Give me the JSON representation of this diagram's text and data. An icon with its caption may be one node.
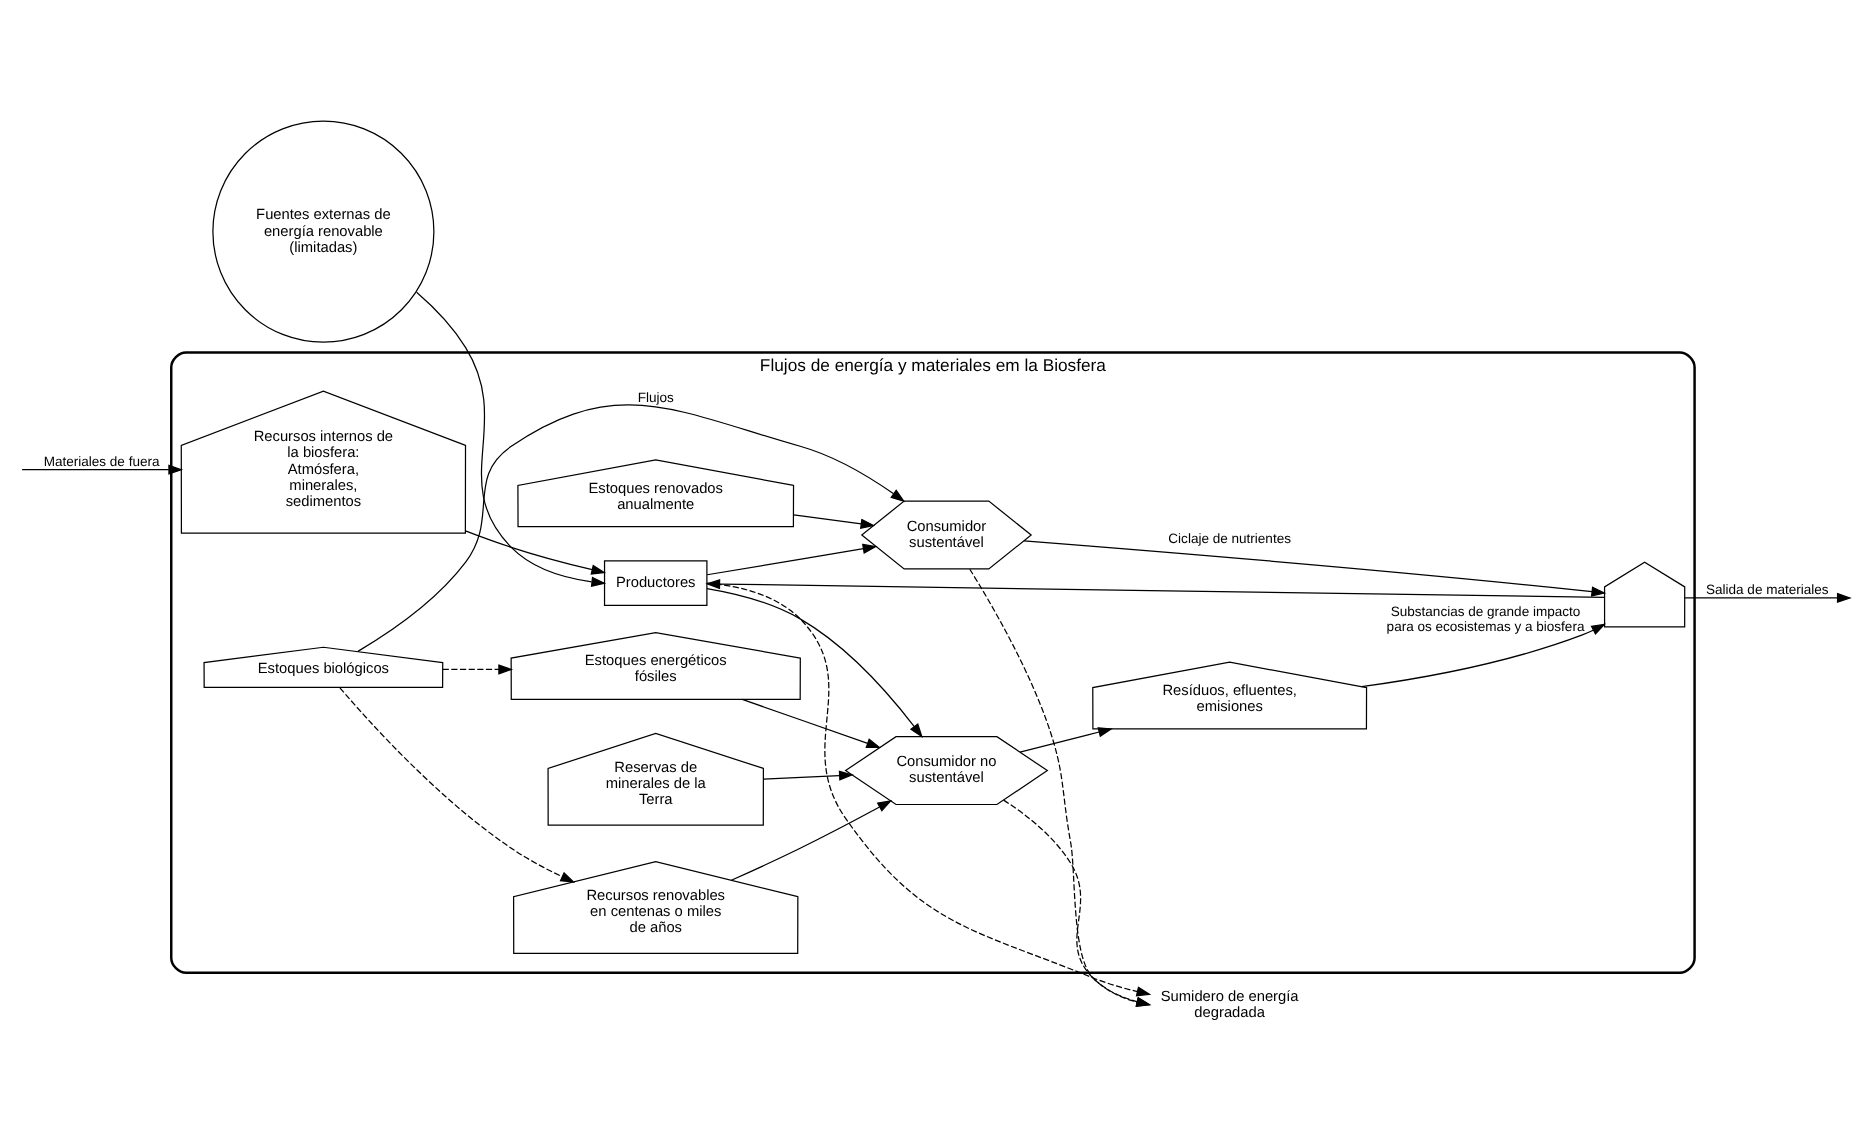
{
  "diagram": {
    "nodes": [
      {
        "text": [
          "Flujos de energía y materiales em la Biosfera"
        ]
      },
      {
        "text": [
          "Fuentes externas de energía renovable (limitadas)"
        ]
      },
      {
        "text": [
          "Recursos internos de la biosfera:",
          "Atmósfera, minerales, sedimentos"
        ],
        "in": 0
      },
      {
        "text": [],
        "shape": "tank",
        "in": 0
      },
      {
        "text": [
          "Estoques biológicos"
        ],
        "in": 0
      },
      {
        "text": [
          "Estoques renovados anualmente"
        ],
        "in": 0
      },
      {
        "text": [
          "Productores"
        ],
        "in": 0
      },
      {
        "text": [
          "Consumidor sustentável"
        ],
        "in": 0
      },
      {
        "text": [
          "Recursos renovables en centenas o miles de años"
        ],
        "in": 0
      },
      {
        "text": [
          "Estoques energéticos fósiles"
        ],
        "in": 0
      },
      {
        "text": [
          "Reservas de minerales de la Terra"
        ],
        "in": 0
      },
      {
        "text": [
          "Consumidor no sustentável"
        ],
        "in": 0
      },
      {
        "text": [
          "Resíduos, efluentes, emisiones"
        ],
        "in": 0
      },
      {
        "text": [
          "Sumidero de energía degradada"
        ]
      }
    ],
    "edges": [
      {
        "from": null,
        "to": 2,
        "arrow": "to",
        "label": "Materiales de fuera"
      },
      {
        "from": 3,
        "to": null,
        "arrow": "to",
        "label": "Salida de materiales"
      },
      {
        "from": 1,
        "to": 6,
        "arrow": "to"
      },
      {
        "from": 2,
        "to": 6,
        "arrow": "to"
      },
      {
        "from": 3,
        "to": 6,
        "arrow": "to"
      },
      {
        "from": 12,
        "to": 3,
        "arrow": "to",
        "label": "Substancias de grande impacto para os ecosistemas y a biosfera"
      },
      {
        "from": 7,
        "to": 3,
        "arrow": "to",
        "label": "Ciclaje de nutrientes"
      },
      {
        "from": 4,
        "to": 7,
        "arrow": "to",
        "label": "Flujos"
      },
      {
        "from": 4,
        "to": 8,
        "arrow": "to",
        "style": "dashed"
      },
      {
        "from": 4,
        "to": 9,
        "arrow": "to",
        "style": "dashed"
      },
      {
        "from": 5,
        "to": 7,
        "arrow": "to"
      },
      {
        "from": 6,
        "to": 7,
        "arrow": "to"
      },
      {
        "from": 6,
        "to": 11,
        "arrow": "to"
      },
      {
        "from": 8,
        "to": 11,
        "arrow": "to"
      },
      {
        "from": 9,
        "to": 11,
        "arrow": "to"
      },
      {
        "from": 10,
        "to": 11,
        "arrow": "to"
      },
      {
        "from": 11,
        "to": 12,
        "arrow": "to"
      },
      {
        "from": 6,
        "to": 13,
        "arrow": "to",
        "style": "dashed"
      },
      {
        "from": 7,
        "to": 13,
        "arrow": "to",
        "style": "dashed"
      },
      {
        "from": 11,
        "to": 13,
        "arrow": "to",
        "style": "dashed"
      }
    ]
  }
}
